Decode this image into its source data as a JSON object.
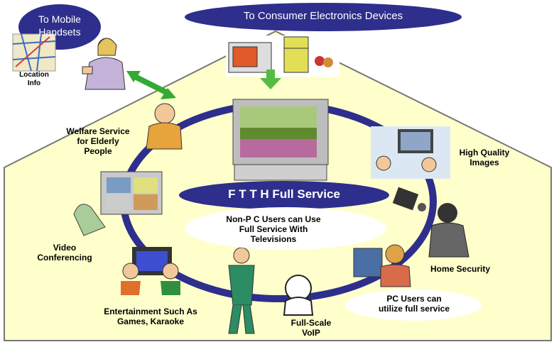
{
  "title_top": "To Consumer Electronics Devices",
  "mobile": {
    "label_line1": "To Mobile",
    "label_line2": "Handsets",
    "location_line1": "Location",
    "location_line2": "Info"
  },
  "center": {
    "title": "F T T H Full Service",
    "sub_line1": "Non-P C Users can Use",
    "sub_line2": "Full Service With",
    "sub_line3": "Televisions"
  },
  "services": {
    "welfare": {
      "line1": "Welfare Service",
      "line2": "for Elderly",
      "line3": "People"
    },
    "high_quality": {
      "line1": "High Quality",
      "line2": "Images"
    },
    "video": {
      "line1": "Video",
      "line2": "Conferencing"
    },
    "home_security": "Home Security",
    "pc_users": {
      "line1": "PC Users can",
      "line2": "utilize full service"
    },
    "entertainment": {
      "line1": "Entertainment Such As",
      "line2": "Games, Karaoke"
    },
    "voip": {
      "line1": "Full-Scale",
      "line2": "VoIP"
    }
  },
  "colors": {
    "house_fill": "#ffffcc",
    "ring": "#2e2e8c",
    "oval": "#2e2e8c",
    "arrow_green": "#33aa33"
  }
}
